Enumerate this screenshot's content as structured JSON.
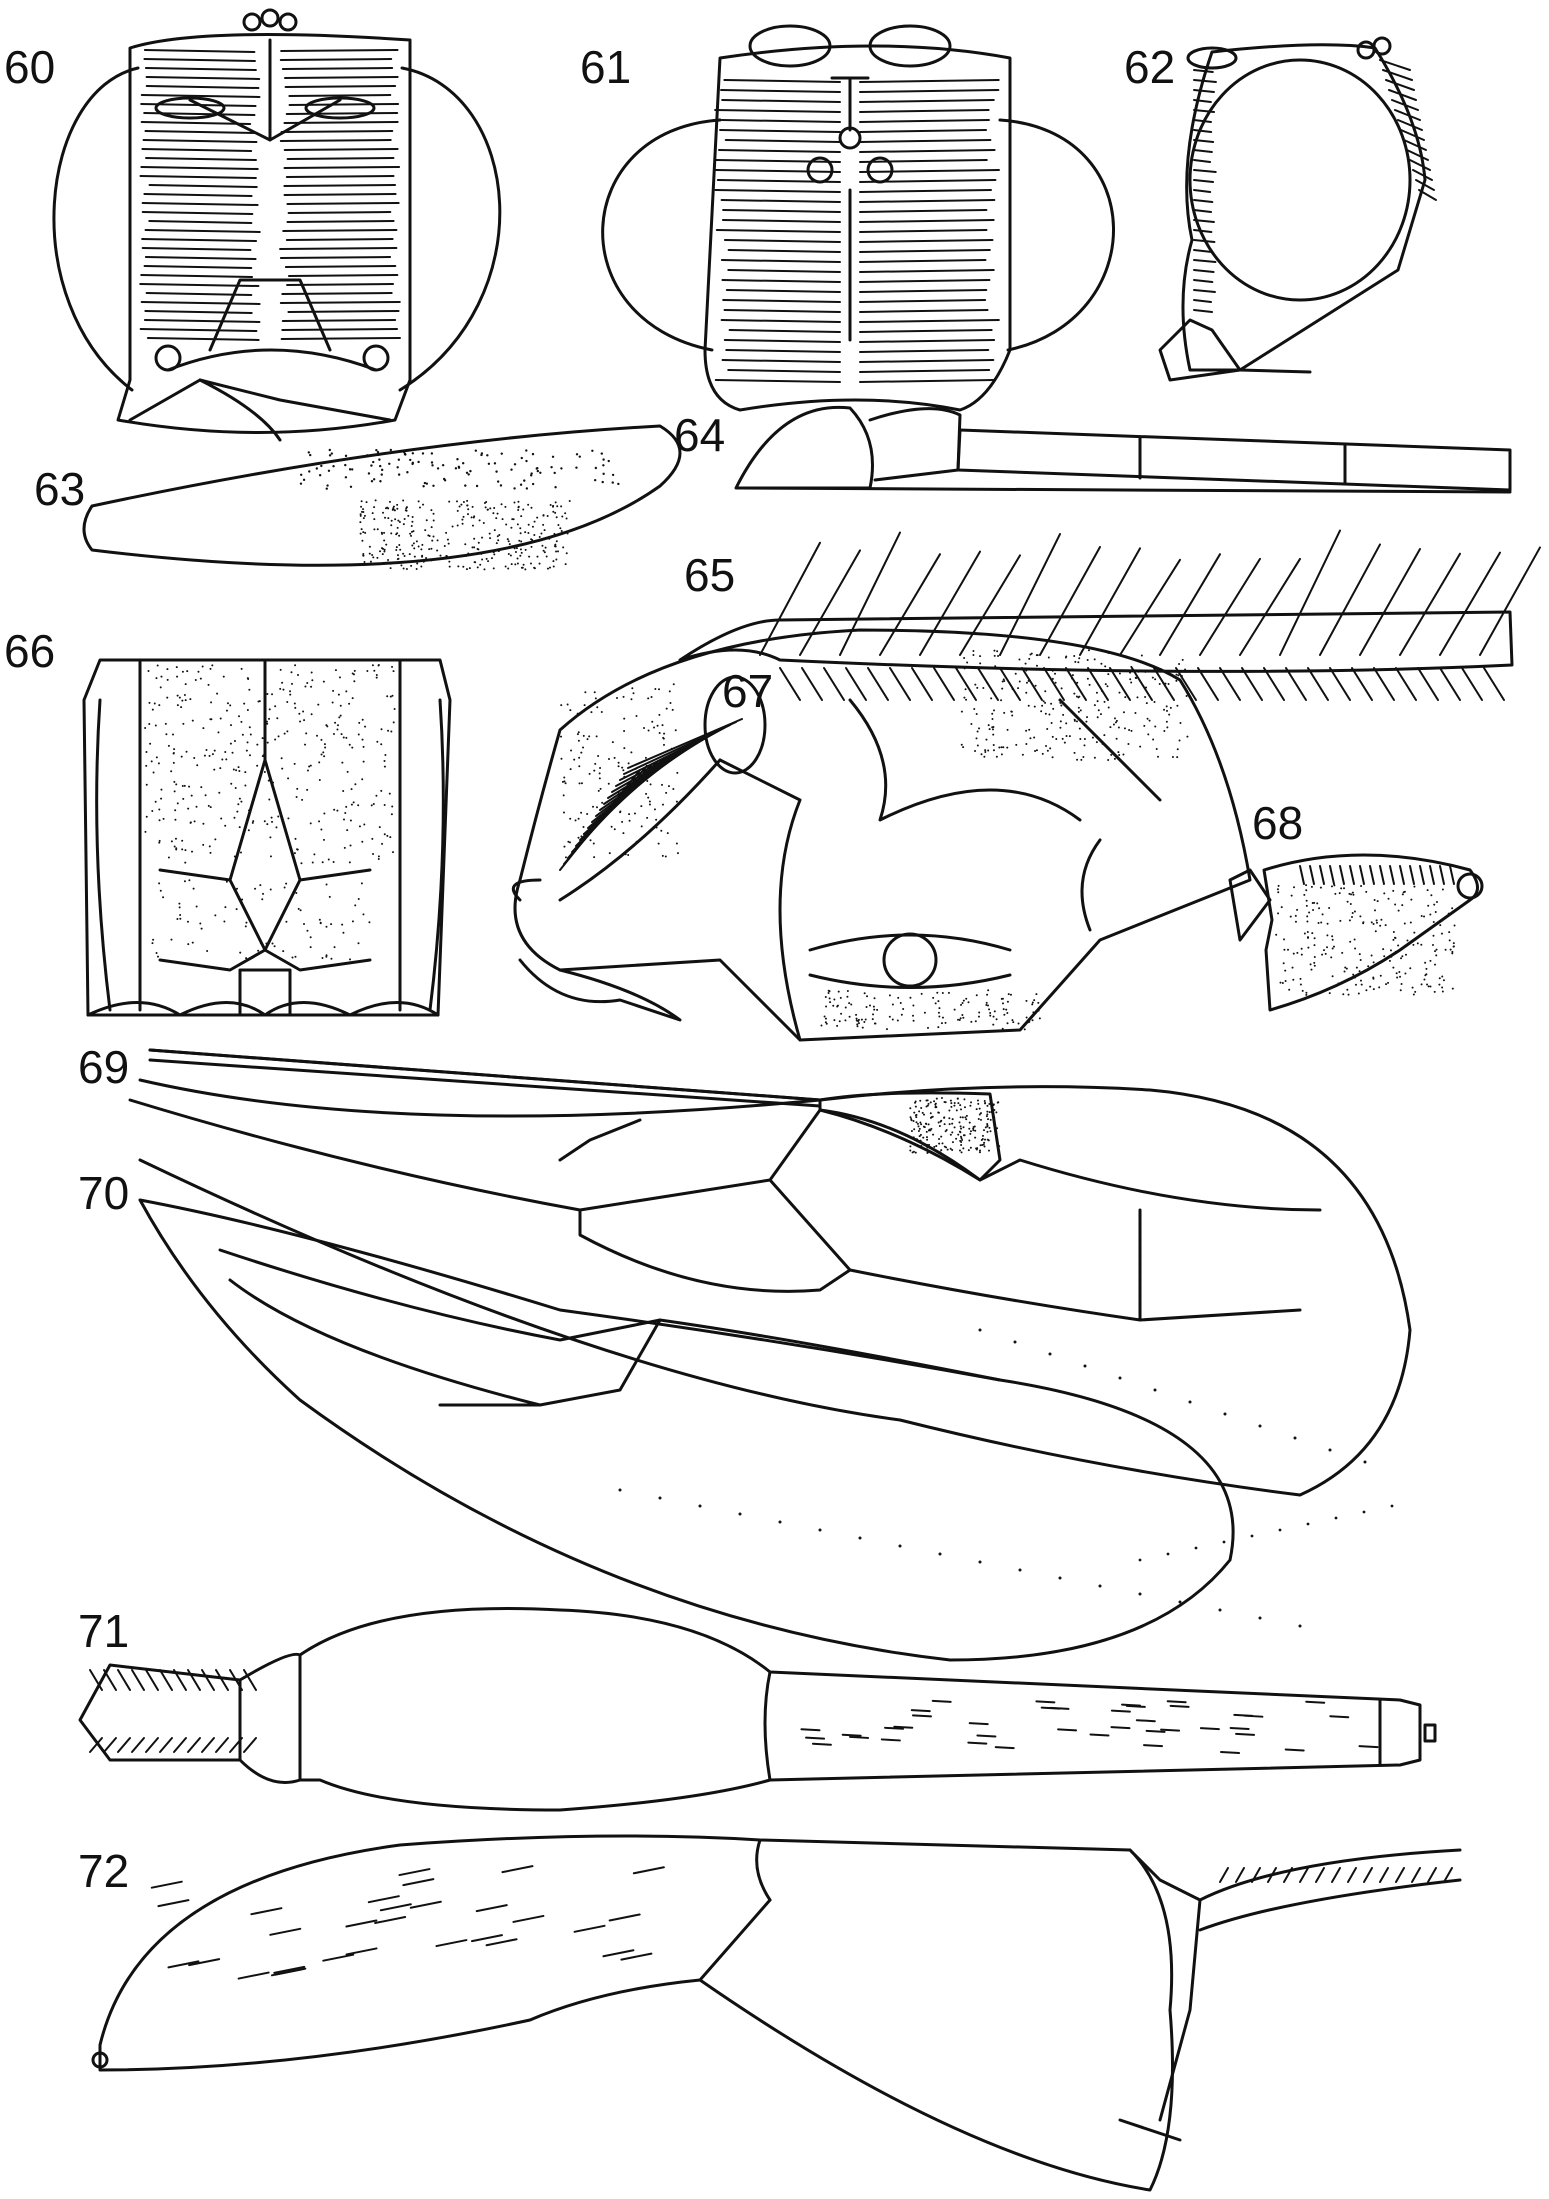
{
  "figures": [
    {
      "id": "60",
      "label": "60"
    },
    {
      "id": "61",
      "label": "61"
    },
    {
      "id": "62",
      "label": "62"
    },
    {
      "id": "63",
      "label": "63"
    },
    {
      "id": "64",
      "label": "64"
    },
    {
      "id": "65",
      "label": "65"
    },
    {
      "id": "66",
      "label": "66"
    },
    {
      "id": "67",
      "label": "67"
    },
    {
      "id": "68",
      "label": "68"
    },
    {
      "id": "69",
      "label": "69"
    },
    {
      "id": "70",
      "label": "70"
    },
    {
      "id": "71",
      "label": "71"
    },
    {
      "id": "72",
      "label": "72"
    }
  ],
  "colors": {
    "ink": "#111111",
    "paper": "#ffffff"
  }
}
